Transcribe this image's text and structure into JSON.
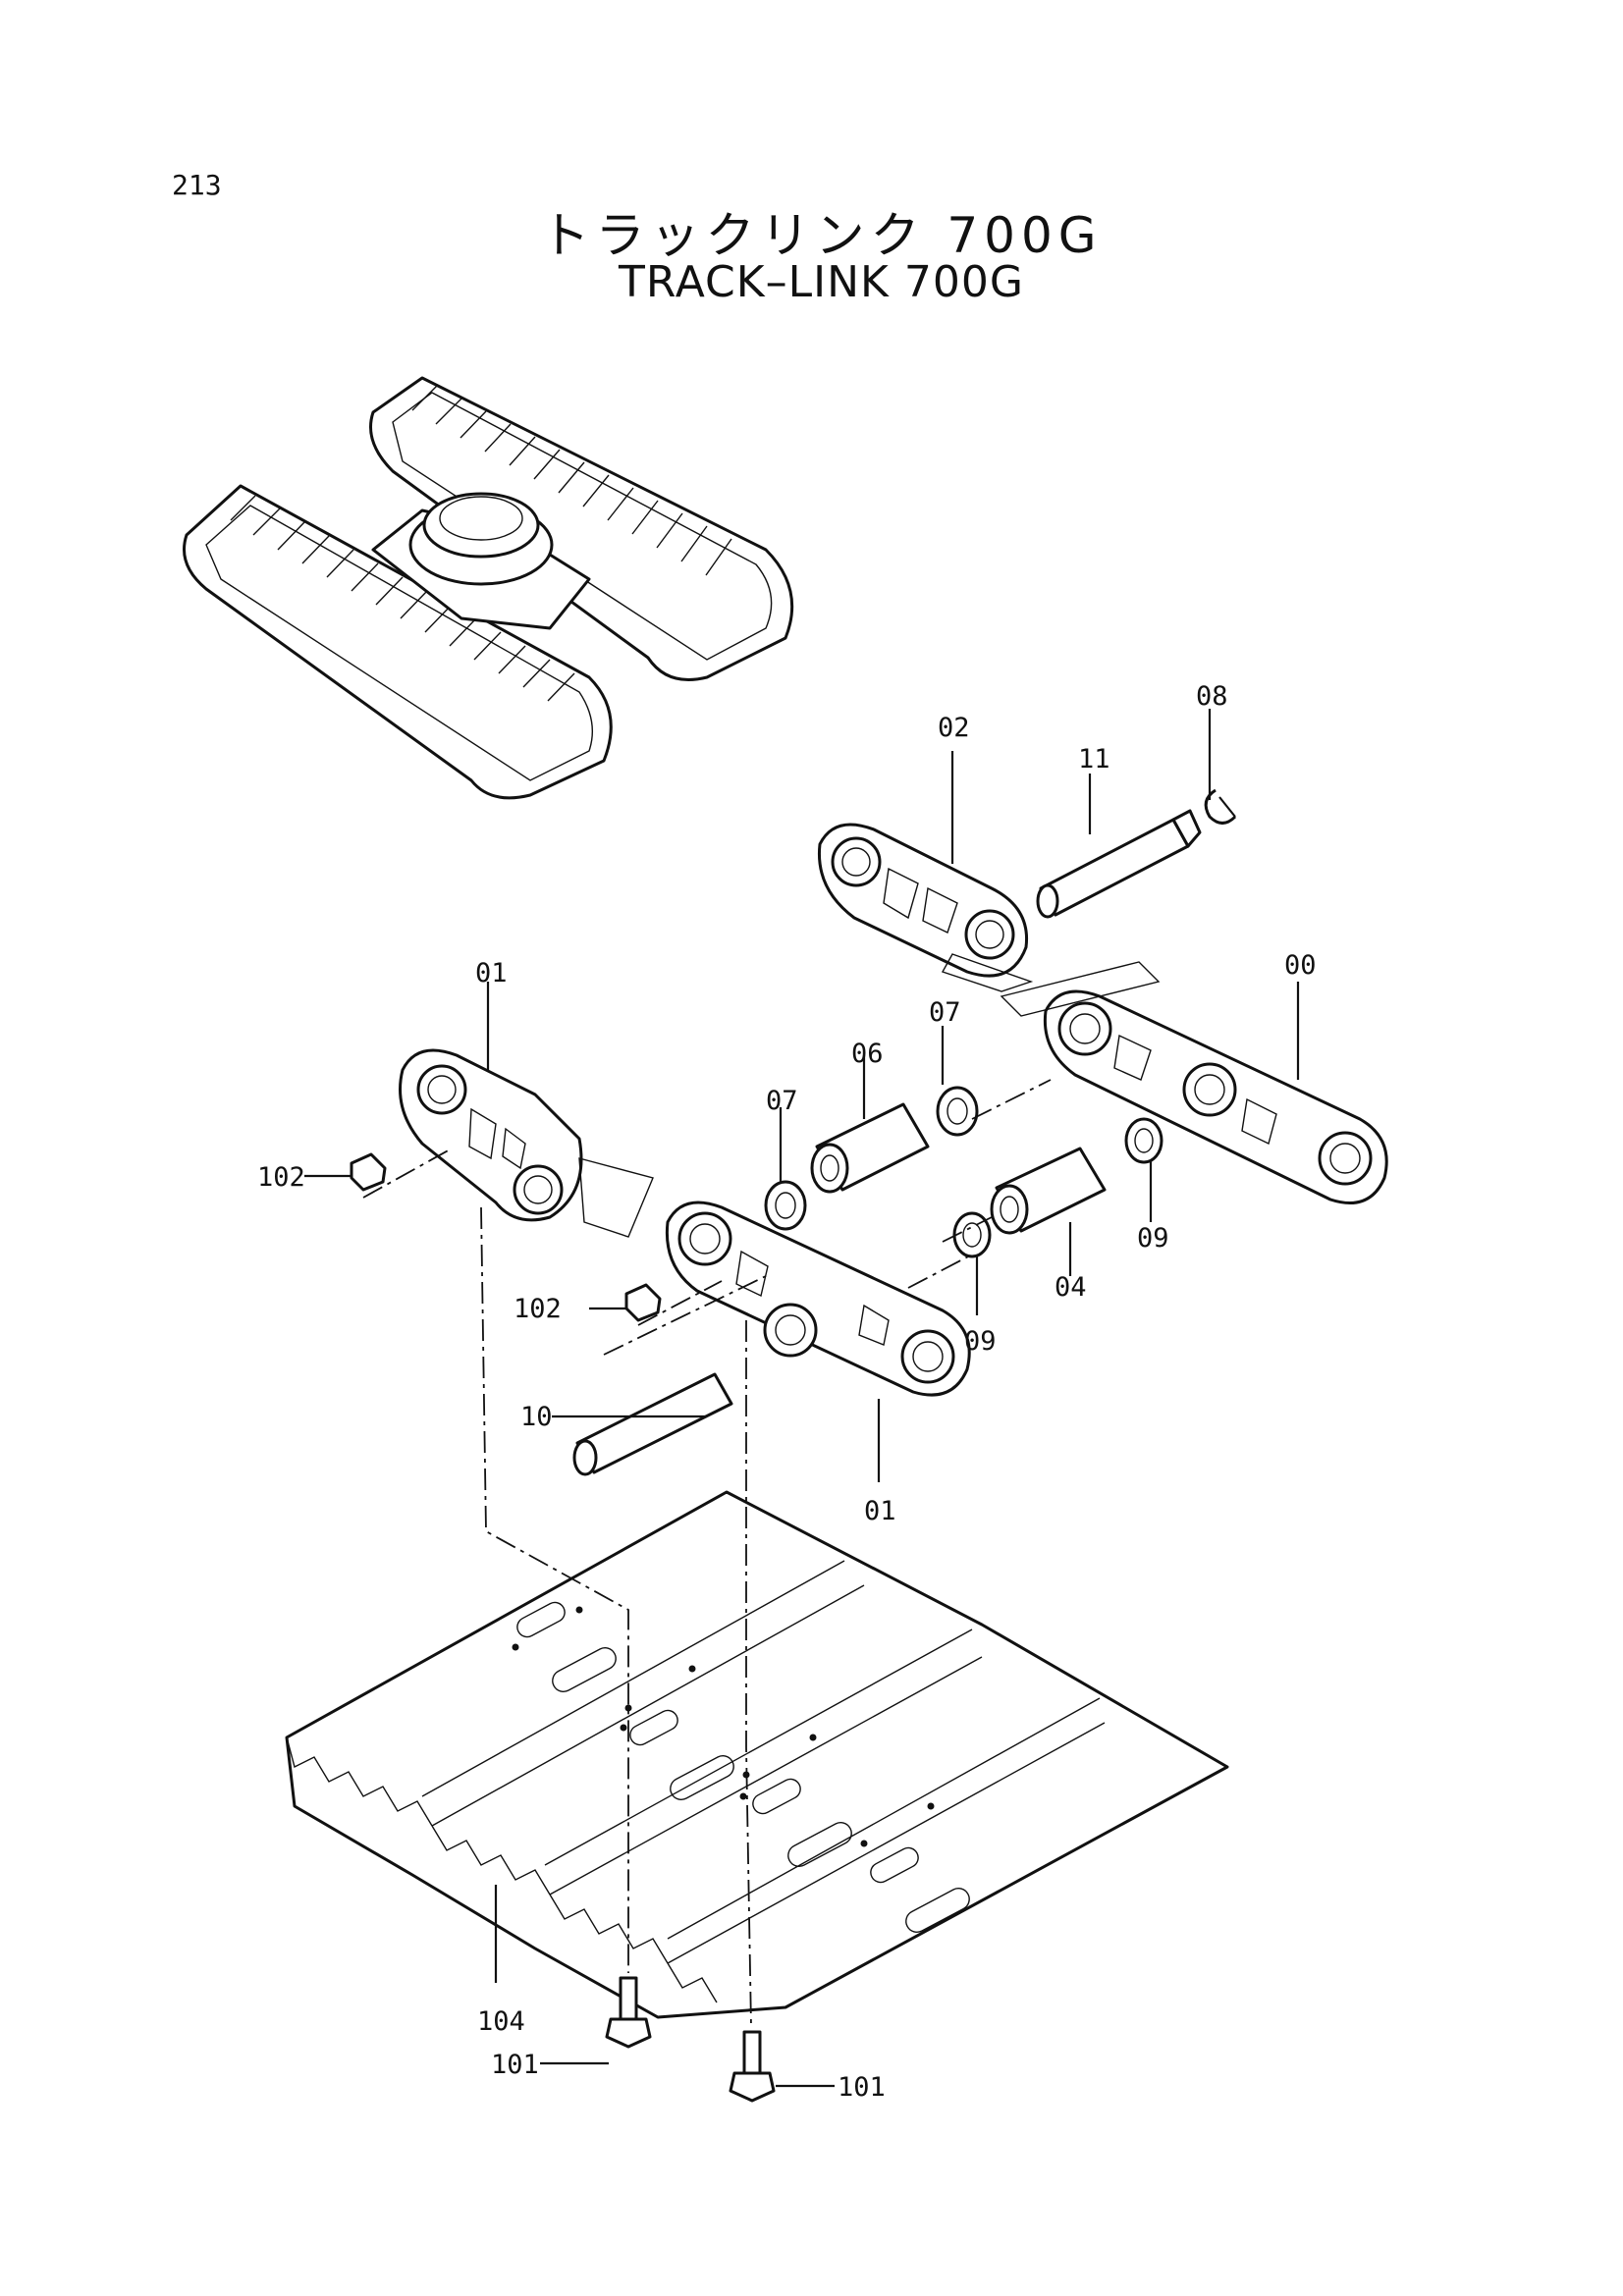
{
  "page": {
    "number": "213"
  },
  "title": {
    "japanese": "トラックリンク 700G",
    "english": "TRACK–LINK 700G"
  },
  "callouts": [
    {
      "id": "00"
    },
    {
      "id": "01"
    },
    {
      "id": "01"
    },
    {
      "id": "02"
    },
    {
      "id": "04"
    },
    {
      "id": "06"
    },
    {
      "id": "07"
    },
    {
      "id": "07"
    },
    {
      "id": "08"
    },
    {
      "id": "09"
    },
    {
      "id": "09"
    },
    {
      "id": "10"
    },
    {
      "id": "11"
    },
    {
      "id": "101"
    },
    {
      "id": "101"
    },
    {
      "id": "102"
    },
    {
      "id": "102"
    },
    {
      "id": "104"
    }
  ]
}
